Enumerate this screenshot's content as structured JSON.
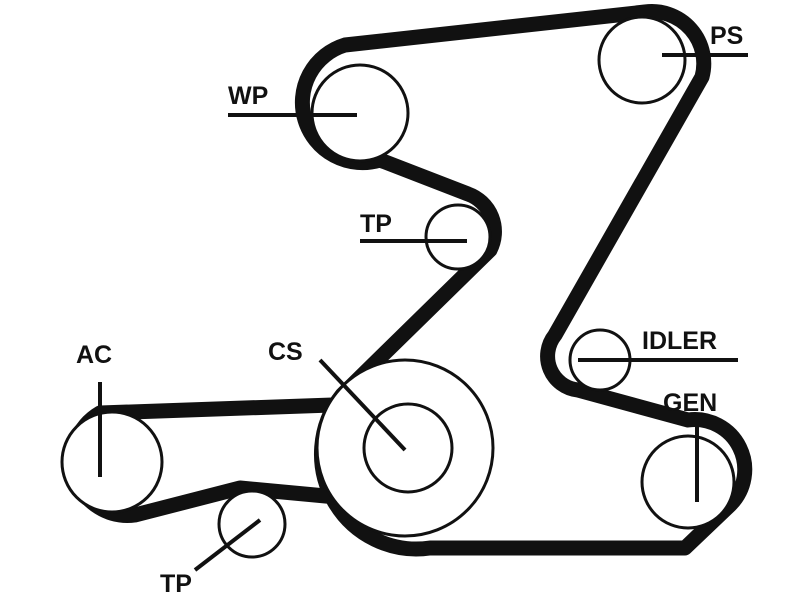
{
  "diagram": {
    "labels": {
      "ps": "PS",
      "wp": "WP",
      "tp_upper": "TP",
      "idler": "IDLER",
      "ac": "AC",
      "cs": "CS",
      "gen": "GEN",
      "tp_lower": "TP"
    },
    "colors": {
      "line": "#111111",
      "background": "#ffffff"
    }
  }
}
